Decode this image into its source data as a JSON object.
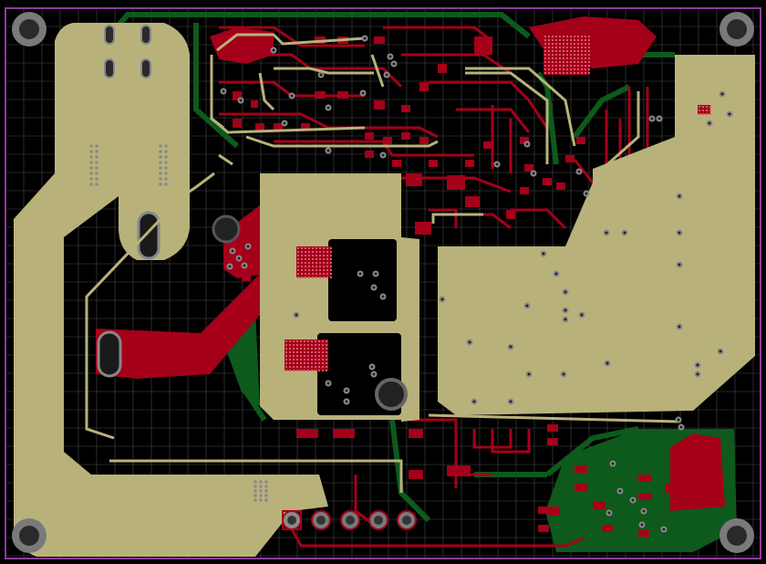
{
  "view": {
    "type": "pcb-layout",
    "layers_visible": [
      "top-copper",
      "bottom-copper",
      "silkscreen",
      "top-pour",
      "board-outline",
      "grid"
    ]
  },
  "colors": {
    "background": "#000000",
    "grid": "#5a5a64",
    "outline": "#8e3a9e",
    "silk": "#b8b27a",
    "top_copper": "#a5001a",
    "bottom_copper": "#0d5a1c",
    "inner": "#1a2ea6",
    "hole": "#7a7a7a",
    "hole_inner": "#2a2a2a"
  }
}
